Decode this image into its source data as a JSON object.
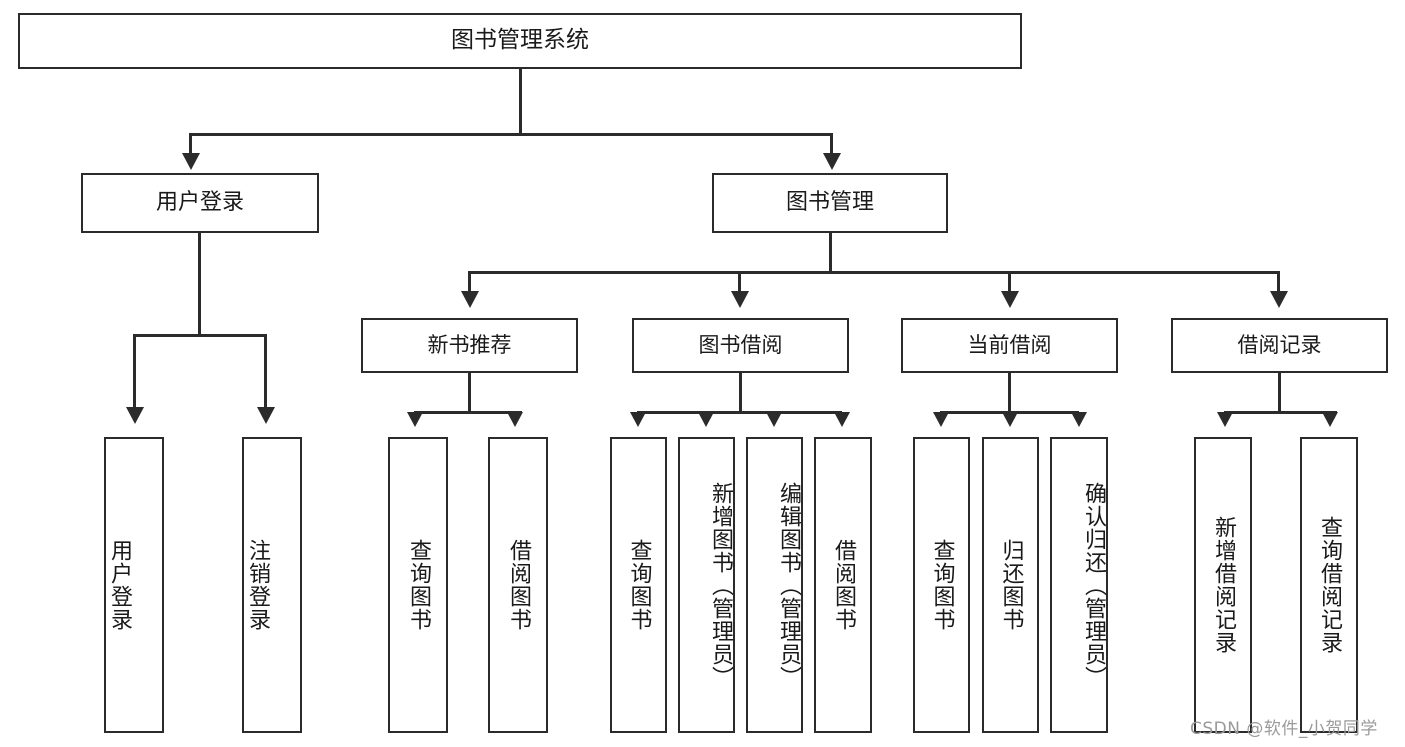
{
  "diagram": {
    "title": "图书管理系统",
    "type": "tree-hierarchy-diagram",
    "root": {
      "label": "图书管理系统"
    },
    "level2": [
      {
        "label": "用户登录"
      },
      {
        "label": "图书管理"
      }
    ],
    "level3": [
      {
        "label": "新书推荐"
      },
      {
        "label": "图书借阅"
      },
      {
        "label": "当前借阅"
      },
      {
        "label": "借阅记录"
      }
    ],
    "leaves": {
      "user_login": [
        {
          "label": "用户登录"
        },
        {
          "label": "注销登录"
        }
      ],
      "new_book_recommend": [
        {
          "label": "查询图书"
        },
        {
          "label": "借阅图书"
        }
      ],
      "book_borrow": [
        {
          "label": "查询图书"
        },
        {
          "label": "新增图书（管理员）"
        },
        {
          "label": "编辑图书（管理员）"
        },
        {
          "label": "借阅图书"
        }
      ],
      "current_borrow": [
        {
          "label": "查询图书"
        },
        {
          "label": "归还图书"
        },
        {
          "label": "确认归还（管理员）"
        }
      ],
      "borrow_record": [
        {
          "label": "新增借阅记录"
        },
        {
          "label": "查询借阅记录"
        }
      ]
    }
  },
  "watermark": {
    "text": "CSDN @软件_小贺同学"
  },
  "colors": {
    "stroke": "#2b2b2b",
    "background": "#ffffff",
    "text": "#1a1a1a",
    "watermark": "#9a9a9a"
  }
}
